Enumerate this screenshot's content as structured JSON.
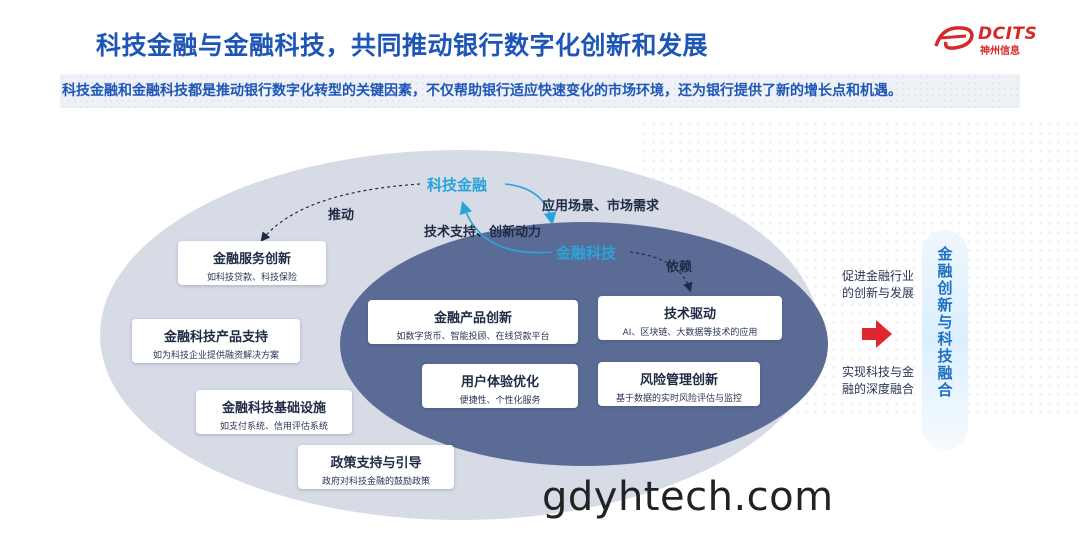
{
  "title": "科技金融与金融科技，共同推动银行数字化创新和发展",
  "logo": {
    "brand": "DCITS",
    "sub": "神州信息"
  },
  "subtitle": "科技金融和金融科技都是推动银行数字化转型的关键因素，不仅帮助银行适应快速变化的市场环境，还为银行提供了新的增长点和机遇。",
  "nodes": {
    "fintech_finance": "科技金融",
    "finance_tech": "金融科技"
  },
  "relations": {
    "push": "推动",
    "scenario": "应用场景、市场需求",
    "support": "技术支持、创新动力",
    "depend": "依赖"
  },
  "outer_boxes": [
    {
      "title": "金融服务创新",
      "desc": "如科技贷款、科技保险"
    },
    {
      "title": "金融科技产品支持",
      "desc": "如为科技企业提供融资解决方案"
    },
    {
      "title": "金融科技基础设施",
      "desc": "如支付系统、信用评估系统"
    },
    {
      "title": "政策支持与引导",
      "desc": "政府对科技金融的鼓励政策"
    }
  ],
  "inner_boxes": [
    {
      "title": "金融产品创新",
      "desc": "如数字货币、智能投顾、在线贷款平台"
    },
    {
      "title": "技术驱动",
      "desc": "AI、区块链、大数据等技术的应用"
    },
    {
      "title": "用户体验优化",
      "desc": "便捷性、个性化服务"
    },
    {
      "title": "风险管理创新",
      "desc": "基于数据的实时风险评估与监控"
    }
  ],
  "side": {
    "text_top_line1": "促进金融行业",
    "text_top_line2": "的创新与发展",
    "text_bottom_line1": "实现科技与金",
    "text_bottom_line2": "融的深度融合",
    "pillar": "金融创新与科技融合"
  },
  "watermark": "gdyhtech.com",
  "colors": {
    "title": "#1e56b8",
    "node": "#2aa4d8",
    "outer": "#d6dbe6",
    "inner": "#5a6c96",
    "arrow_red": "#e0262f"
  }
}
